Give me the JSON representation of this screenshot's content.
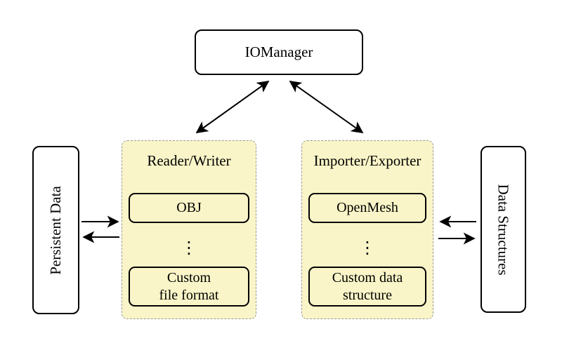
{
  "diagram": {
    "colors": {
      "panel_fill": "#faf5c8",
      "panel_border": "#9a9a9a",
      "node_fill": "#ffffff",
      "line_color": "#000000"
    },
    "iomanager": {
      "label": "IOManager"
    },
    "persistent_data": {
      "label": "Persistent Data"
    },
    "data_structures": {
      "label": "Data Structures"
    },
    "reader_writer": {
      "title": "Reader/Writer",
      "item_top": "OBJ",
      "ellipsis": "⋮",
      "item_bottom_line1": "Custom",
      "item_bottom_line2": "file format"
    },
    "importer_exporter": {
      "title": "Importer/Exporter",
      "item_top": "OpenMesh",
      "ellipsis": "⋮",
      "item_bottom_line1": "Custom data",
      "item_bottom_line2": "structure"
    }
  }
}
